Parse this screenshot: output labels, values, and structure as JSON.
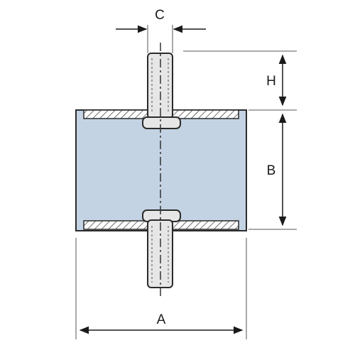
{
  "diagram": {
    "labels": {
      "a": "A",
      "b": "B",
      "c": "C",
      "h": "H"
    },
    "colors": {
      "body_fill": "#c3d3e3",
      "outline": "#2b2b2b",
      "stud_fill": "#e6e6e6",
      "plate_fill": "#ffffff",
      "dimension_line": "#1a1a1a",
      "extension_line": "#555555"
    }
  }
}
